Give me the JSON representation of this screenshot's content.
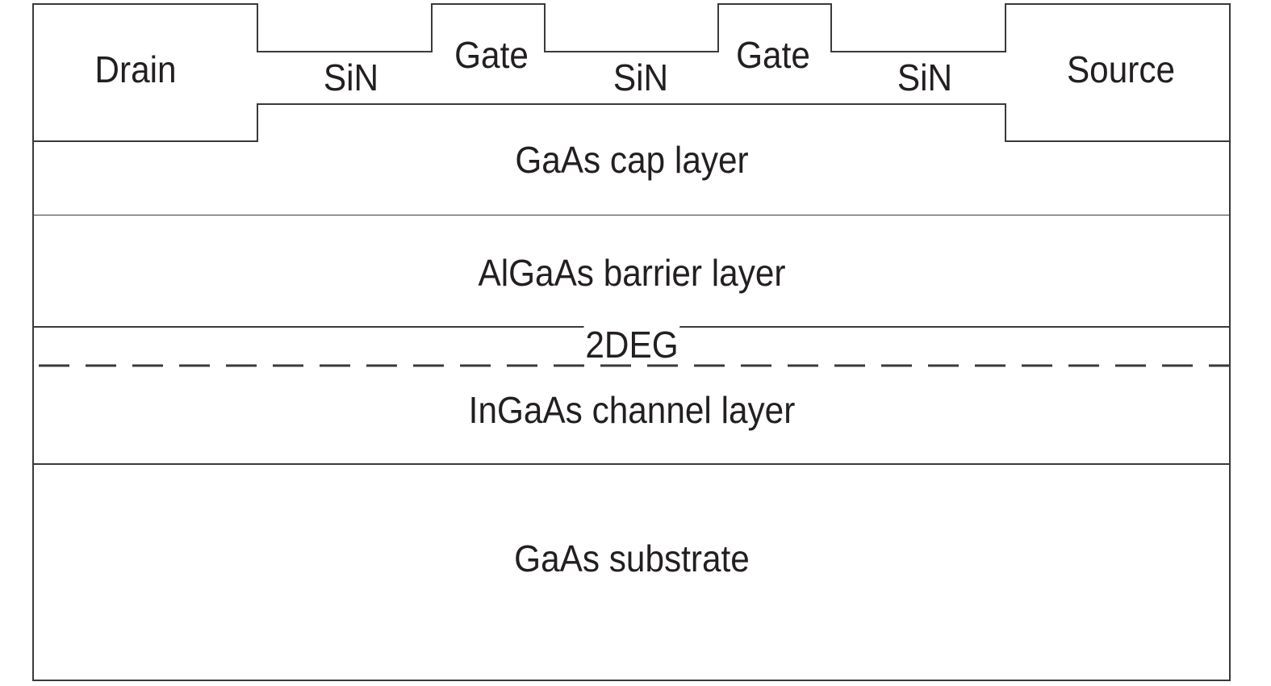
{
  "diagram": {
    "title": "HEMT cross-section",
    "contacts": {
      "drain": "Drain",
      "source": "Source",
      "gate_left": "Gate",
      "gate_right": "Gate"
    },
    "passivation": {
      "left": "SiN",
      "middle": "SiN",
      "right": "SiN"
    },
    "layers": {
      "cap": "GaAs cap layer",
      "barrier": "AlGaAs barrier layer",
      "twodeg": "2DEG",
      "channel": "InGaAs channel layer",
      "substrate": "GaAs substrate"
    },
    "colors": {
      "stroke": "#3a3a3a",
      "text": "#231f20",
      "background": "#ffffff"
    }
  }
}
